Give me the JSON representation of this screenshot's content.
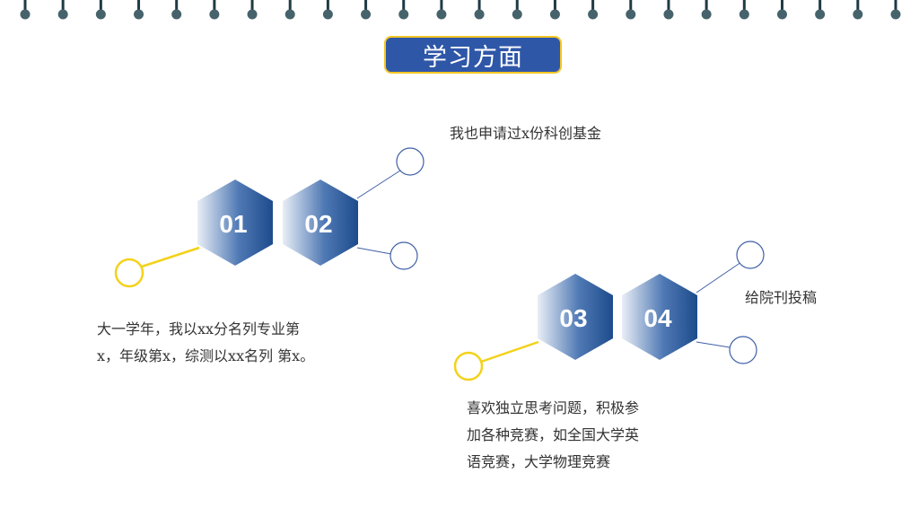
{
  "title": "学习方面",
  "items": [
    {
      "num": "01",
      "text": "大一学年，我以xx分名列专业第\nx，年级第x，综测以xx名列 第x。"
    },
    {
      "num": "02",
      "text": "我也申请过x份科创基金"
    },
    {
      "num": "03",
      "text": "喜欢独立思考问题，积极参\n加各种竞赛，如全国大学英\n语竞赛，大学物理竞赛"
    },
    {
      "num": "04",
      "text": "给院刊投稿"
    }
  ],
  "colors": {
    "title_bg": "#2f57a8",
    "title_border": "#f3c623",
    "hex_dark": "#1d4b8c",
    "hex_light": "#e9eef6",
    "accent_yellow": "#f3d21a",
    "line_blue": "#3f5fa6"
  }
}
